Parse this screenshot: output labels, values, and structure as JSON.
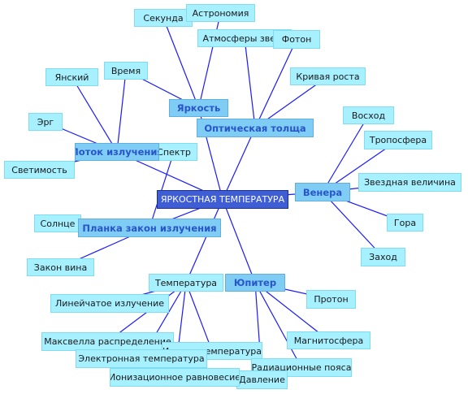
{
  "diagram": {
    "central": "ЯРКОСТНАЯ ТЕМПЕРАТУРА",
    "branches": {
      "brightness": "Яркость",
      "optical_depth": "Оптическая толща",
      "radiation_flux": "Поток излучения",
      "planck_law": "Планка закон излучения",
      "venus": "Венера",
      "jupiter": "Юпитер",
      "temperature": "Температура"
    },
    "leaves": {
      "second": "Секунда",
      "astronomy": "Астрономия",
      "stellar_atmospheres": "Атмосферы звезд",
      "photon": "Фотон",
      "time": "Время",
      "jansky": "Янский",
      "growth_curve": "Кривая роста",
      "erg": "Эрг",
      "sunrise": "Восход",
      "troposphere": "Тропосфера",
      "spectrum": "Спектр",
      "luminosity": "Светимость",
      "stellar_magnitude": "Звездная величина",
      "sun": "Солнце",
      "mountain": "Гора",
      "wien_law": "Закон вина",
      "sunset": "Заход",
      "proton": "Протон",
      "line_emission": "Линейчатое излучение",
      "magnetosphere": "Магнитосфера",
      "maxwell_distribution": "Максвелла распределение",
      "ion_temperature": "Ионная температура",
      "electron_temperature": "Электронная температура",
      "radiation_belts": "Радиационные пояса",
      "ionization_equilibrium": "Ионизационное равновесие",
      "pressure": "Давление"
    }
  }
}
